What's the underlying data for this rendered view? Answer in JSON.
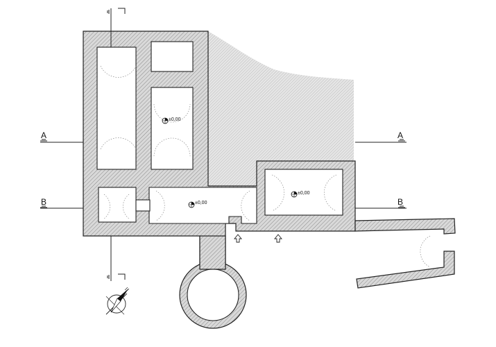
{
  "sections": {
    "a_left": "A",
    "a_right": "A",
    "b_left": "B",
    "b_right": "B"
  },
  "levels": {
    "room_upper": "±0,00",
    "room_corridor": "±0,00",
    "room_east": "±0,00"
  },
  "icons": {
    "north_arrow": "north-arrow-icon",
    "entrance_arrows": "up-arrow-icon"
  },
  "colors": {
    "line": "#222222",
    "hatch": "#8a8a8a",
    "background": "#ffffff"
  }
}
